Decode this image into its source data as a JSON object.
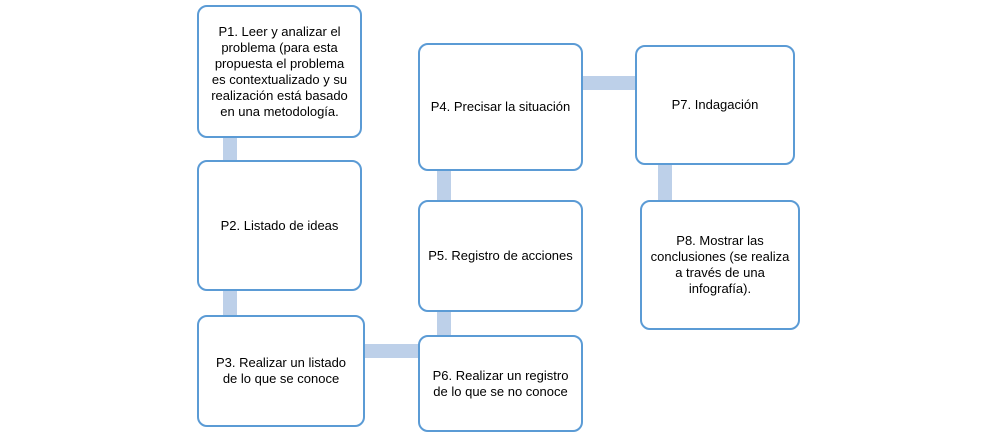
{
  "diagram": {
    "type": "flowchart",
    "colors": {
      "box_border": "#5b9bd5",
      "box_fill": "#ffffff",
      "connector": "#bdd0e9",
      "text": "#000000",
      "background": "#ffffff"
    },
    "nodes": {
      "p1": {
        "label": "P1. Leer y analizar el problema (para esta propuesta el problema es contextualizado y su realización está basado en una metodología."
      },
      "p2": {
        "label": "P2. Listado de ideas"
      },
      "p3": {
        "label": "P3. Realizar un listado de lo que se conoce"
      },
      "p4": {
        "label": "P4. Precisar la situación"
      },
      "p5": {
        "label": "P5. Registro de acciones"
      },
      "p6": {
        "label": "P6. Realizar un registro de lo que se no conoce"
      },
      "p7": {
        "label": "P7. Indagación"
      },
      "p8": {
        "label": "P8. Mostrar las conclusiones (se realiza a través de una infografía)."
      }
    },
    "edges": [
      {
        "from": "p1",
        "to": "p2"
      },
      {
        "from": "p2",
        "to": "p3"
      },
      {
        "from": "p3",
        "to": "p6"
      },
      {
        "from": "p6",
        "to": "p5"
      },
      {
        "from": "p5",
        "to": "p4"
      },
      {
        "from": "p4",
        "to": "p7"
      },
      {
        "from": "p7",
        "to": "p8"
      }
    ]
  }
}
